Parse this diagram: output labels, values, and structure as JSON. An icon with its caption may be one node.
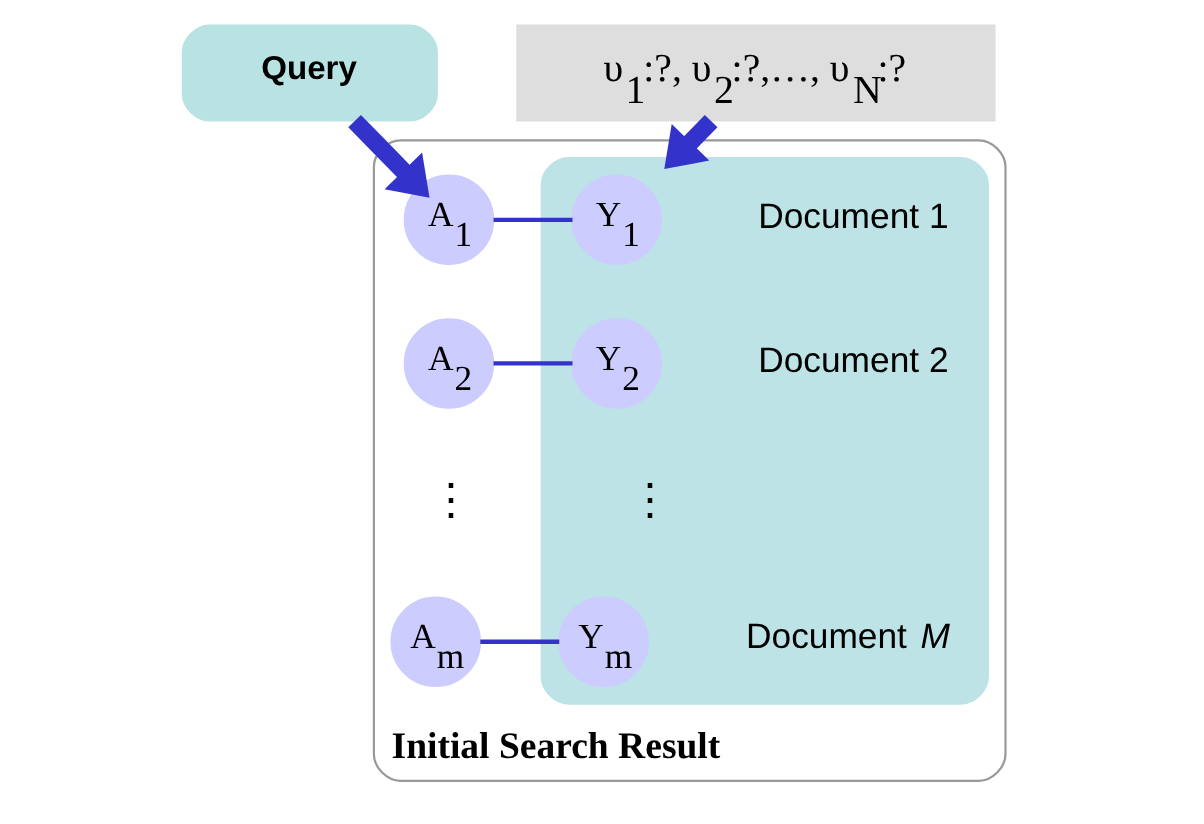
{
  "diagram": {
    "nodes": [
      {
        "text": [
          "Query"
        ]
      },
      {
        "text": [
          "υ$_{1}$:?, υ$_{2}$:?,…, υ$_{N}$:?"
        ]
      },
      {
        "text": [
          "Initial Search Result"
        ]
      },
      {
        "text": [
          "A$_{1}$"
        ],
        "in": 2
      },
      {
        "text": [
          "A$_{2}$"
        ],
        "in": 2
      },
      {
        "text": [
          "A$_{m}$"
        ],
        "in": 2
      },
      {
        "text": [],
        "shape": "box",
        "in": 2
      },
      {
        "text": [
          "Y$_{1}$"
        ],
        "in": 6,
        "beside": [
          "Document 1"
        ]
      },
      {
        "text": [
          "Y$_{2}$"
        ],
        "in": 6,
        "beside": [
          "Document 2"
        ]
      },
      {
        "text": [
          "Y$_{m}$"
        ],
        "in": 6,
        "beside": [
          "Document *M*"
        ]
      }
    ],
    "edges": [
      {
        "from": 0,
        "to": 3,
        "arrow": "to",
        "style": "thick"
      },
      {
        "from": 1,
        "to": 6,
        "arrow": "to",
        "style": "thick"
      },
      {
        "from": 3,
        "to": 7,
        "arrow": "none"
      },
      {
        "from": 4,
        "to": 8,
        "arrow": "none"
      },
      {
        "from": 5,
        "to": 9,
        "arrow": "none"
      }
    ],
    "labels": [
      "⋮",
      "⋮"
    ]
  }
}
